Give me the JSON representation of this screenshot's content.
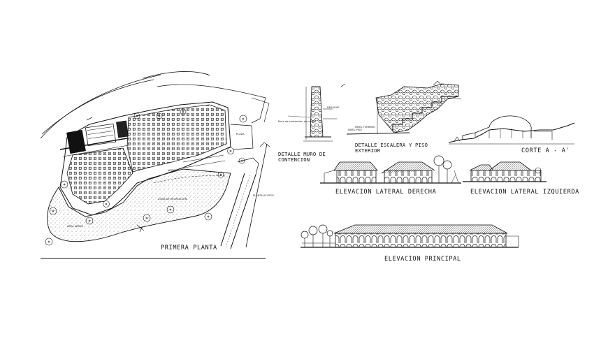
{
  "drawing": {
    "plan_title": "PRIMERA PLANTA",
    "detail_wall": [
      "DETALLE",
      "MURO DE",
      "CONTENCION"
    ],
    "detail_stair": [
      "DETALLE",
      "ESCALERA Y PISO",
      "EXTERIOR"
    ],
    "section_title": "CORTE A - A'",
    "elev_right": "ELEVACION LATERAL DERECHA",
    "elev_left": "ELEVACION LATERAL IZQUIERDA",
    "elev_main": "ELEVACION PRINCIPAL",
    "plan_notes": [
      "AREA VERDE",
      "ZONA DE RECREACION",
      "PLAZA",
      "JARDIN",
      "PLANTA ACCESO"
    ],
    "detail_notes": [
      "Muro de contencion de piedra",
      "DESAGUE",
      "NIVEL PISO",
      "NIVEL TERRENO"
    ]
  },
  "colors": {
    "line": "#111111",
    "paper": "#ffffff"
  }
}
